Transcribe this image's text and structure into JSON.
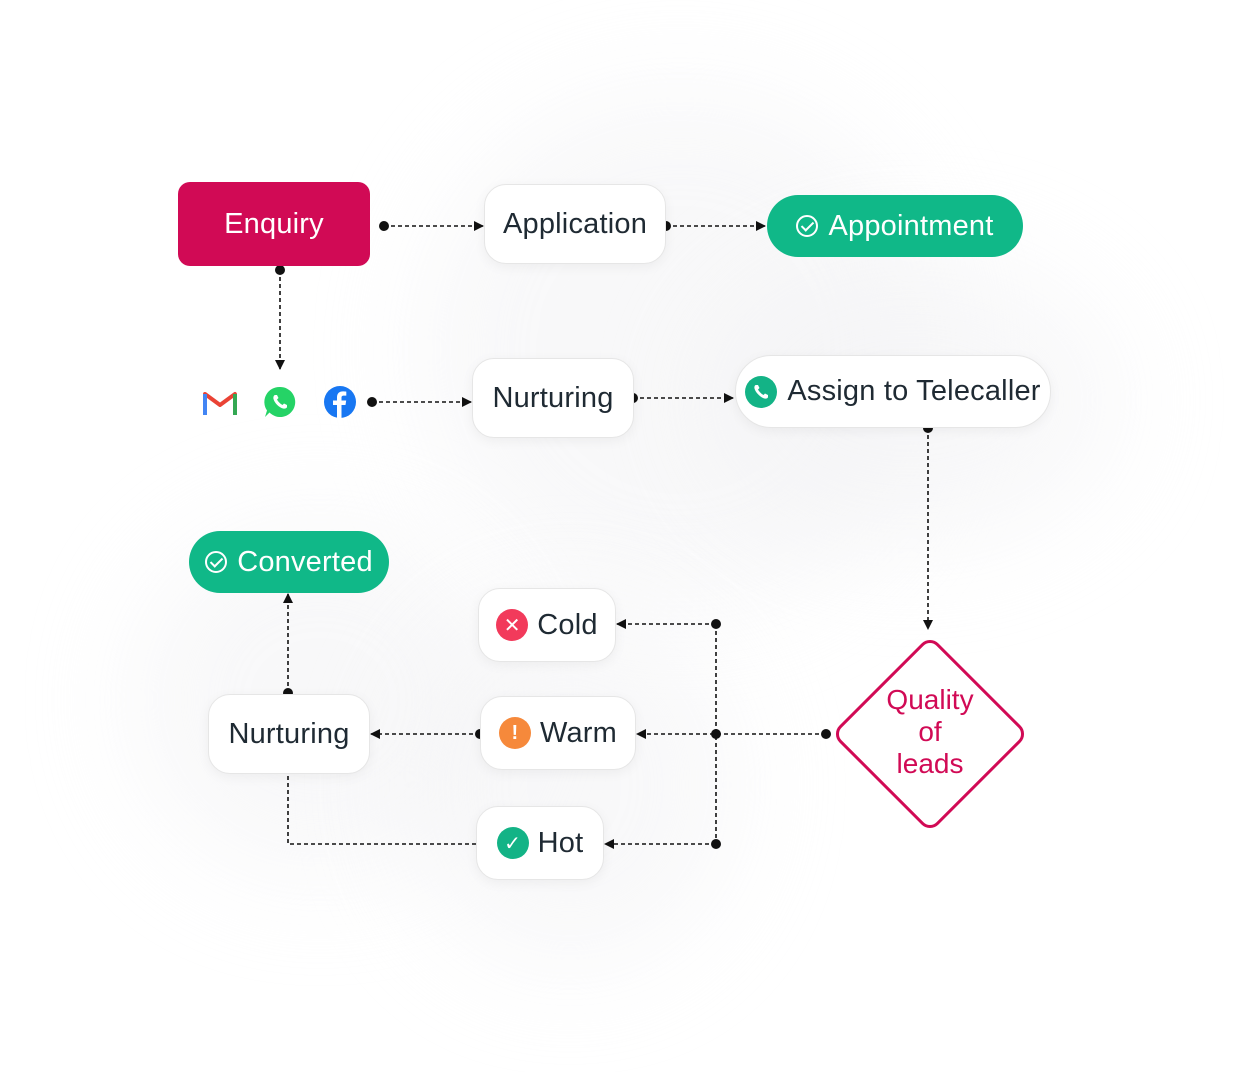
{
  "nodes": {
    "enquiry": "Enquiry",
    "application": "Application",
    "appointment": "Appointment",
    "nurturing_top": "Nurturing",
    "assign_telecaller": "Assign to Telecaller",
    "quality_of_leads": [
      "Quality",
      "of",
      "leads"
    ],
    "cold": "Cold",
    "warm": "Warm",
    "hot": "Hot",
    "nurturing_bottom": "Nurturing",
    "converted": "Converted"
  },
  "channels": [
    {
      "name": "gmail-icon",
      "color": "#ea4335"
    },
    {
      "name": "whatsapp-icon",
      "color": "#25d366"
    },
    {
      "name": "facebook-icon",
      "color": "#1877f2"
    }
  ],
  "status_icons": {
    "cold": "✕",
    "warm": "!",
    "hot": "✓"
  },
  "colors": {
    "enquiry": "#d10a55",
    "success": "#10b888",
    "cold": "#f23a5b",
    "warm": "#f6893b",
    "connector": "#111111"
  }
}
